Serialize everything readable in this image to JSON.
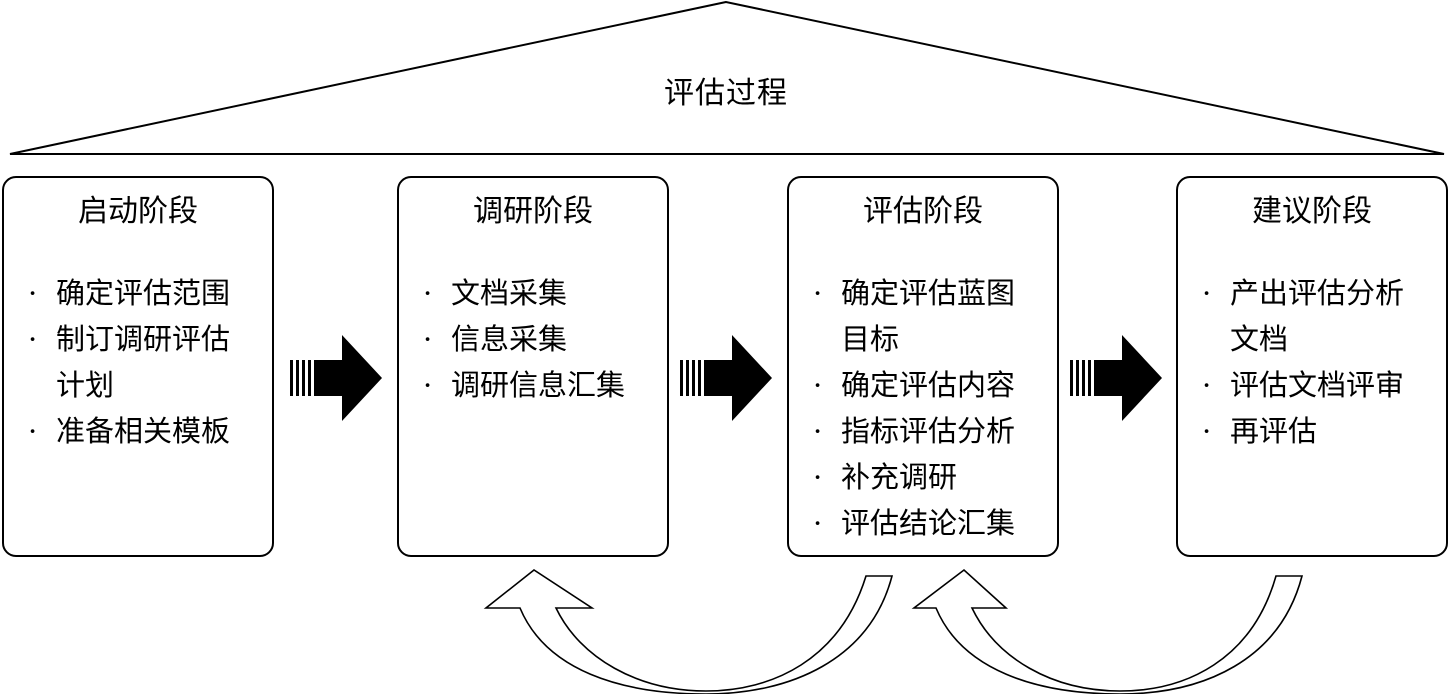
{
  "roof": {
    "title": "评估过程"
  },
  "stages": [
    {
      "title": "启动阶段",
      "items": [
        "确定评估范围",
        "制订调研评估计划",
        "准备相关模板"
      ]
    },
    {
      "title": "调研阶段",
      "items": [
        "文档采集",
        "信息采集",
        "调研信息汇集"
      ]
    },
    {
      "title": "评估阶段",
      "items": [
        "确定评估蓝图目标",
        "确定评估内容",
        "指标评估分析",
        "补充调研",
        "评估结论汇集"
      ]
    },
    {
      "title": "建议阶段",
      "items": [
        "产出评估分析文档",
        "评估文档评审",
        "再评估"
      ]
    }
  ]
}
